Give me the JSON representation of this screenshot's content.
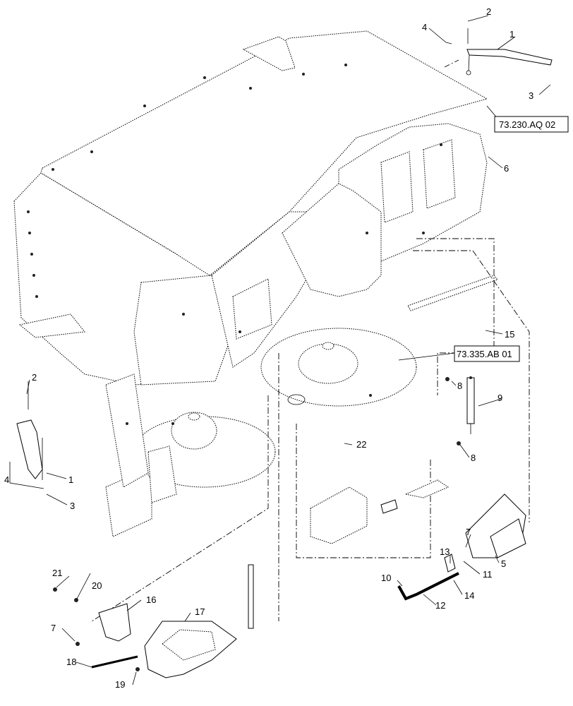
{
  "callouts": {
    "c1a": "1",
    "c1b": "1",
    "c2a": "2",
    "c2b": "2",
    "c3a": "3",
    "c3b": "3",
    "c4a": "4",
    "c4b": "4",
    "c5": "5",
    "c6": "6",
    "c7a": "7",
    "c7b": "7",
    "c8a": "8",
    "c8b": "8",
    "c9": "9",
    "c10": "10",
    "c11": "11",
    "c12": "12",
    "c13": "13",
    "c14": "14",
    "c15": "15",
    "c16": "16",
    "c17": "17",
    "c18": "18",
    "c19": "19",
    "c20": "20",
    "c21": "21",
    "c22": "22"
  },
  "references": {
    "ref_top": "73.230.AQ 02",
    "ref_mid": "73.335.AB 01"
  }
}
